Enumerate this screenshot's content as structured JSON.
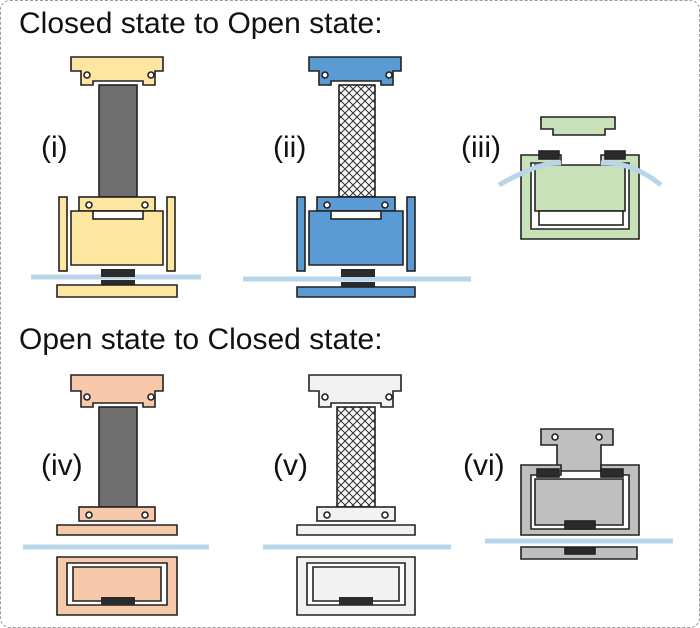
{
  "headings": {
    "closed_to_open": "Closed state to Open state:",
    "open_to_closed": "Open state to Closed state:"
  },
  "panels": [
    {
      "label": "(i)",
      "fill": "#fde6a0",
      "link": "solid",
      "state": "closed-to-open"
    },
    {
      "label": "(ii)",
      "fill": "#5b9bd5",
      "link": "lattice",
      "state": "closed-to-open"
    },
    {
      "label": "(iii)",
      "fill": "#c9e1b8",
      "link": "none",
      "state": "closed-to-open"
    },
    {
      "label": "(iv)",
      "fill": "#f7c9aa",
      "link": "solid",
      "state": "open-to-closed"
    },
    {
      "label": "(v)",
      "fill": "#f2f2f2",
      "link": "lattice",
      "state": "open-to-closed"
    },
    {
      "label": "(vi)",
      "fill": "#bfbfbf",
      "link": "none",
      "state": "open-to-closed"
    }
  ],
  "colors": {
    "outline": "#222222",
    "solid_link": "#6e6e6e",
    "pad": "#2b2b2b",
    "surface": "#b8d5ea"
  }
}
